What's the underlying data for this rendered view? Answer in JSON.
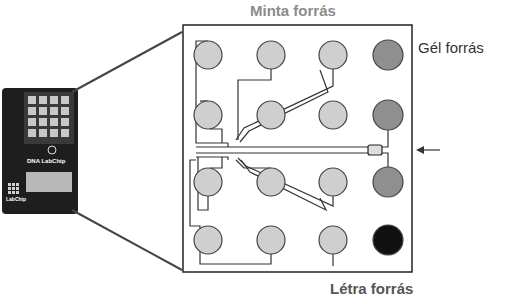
{
  "diagram": {
    "labels": [
      "Minta forrás",
      "Gél forrás",
      "Létra forrás",
      "DNA LabChip",
      "LabChip"
    ]
  }
}
